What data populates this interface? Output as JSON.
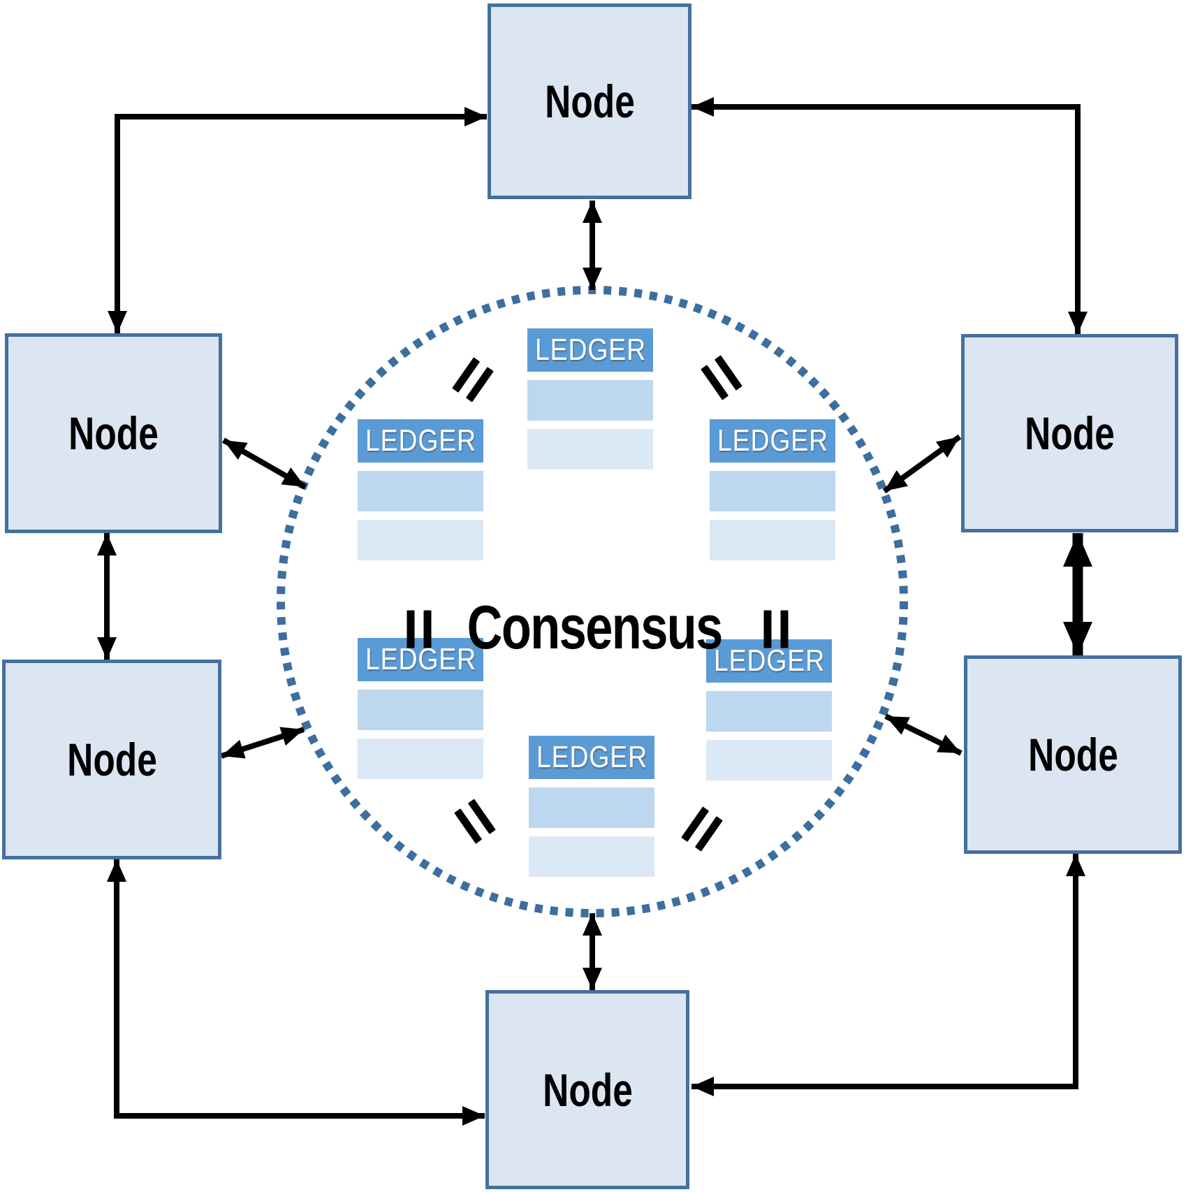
{
  "diagram": {
    "type": "network-consensus-diagram",
    "description_visible_text_only": true
  },
  "nodes": [
    {
      "id": "top",
      "label": "Node"
    },
    {
      "id": "left-upper",
      "label": "Node"
    },
    {
      "id": "left-lower",
      "label": "Node"
    },
    {
      "id": "right-upper",
      "label": "Node"
    },
    {
      "id": "right-lower",
      "label": "Node"
    },
    {
      "id": "bottom",
      "label": "Node"
    }
  ],
  "ledgers": [
    {
      "id": "top-center",
      "label": "LEDGER",
      "rows": 2
    },
    {
      "id": "upper-left",
      "label": "LEDGER",
      "rows": 2
    },
    {
      "id": "upper-right",
      "label": "LEDGER",
      "rows": 2
    },
    {
      "id": "lower-left",
      "label": "LEDGER",
      "rows": 2
    },
    {
      "id": "lower-right",
      "label": "LEDGER",
      "rows": 2
    },
    {
      "id": "bottom-center",
      "label": "LEDGER",
      "rows": 2
    }
  ],
  "center": {
    "label": "Consensus"
  },
  "icons": {
    "equals-icon": "=",
    "arrow-icon": "double-headed-arrow"
  },
  "equals_marks_count": 6,
  "colors": {
    "node_fill": "#dce6f2",
    "node_border": "#44709f",
    "ledger_header": "#5b9bd5",
    "ledger_row1": "#bdd7ee",
    "ledger_row2": "#dbe8f6",
    "circle_dots": "#3c6e9f",
    "arrow": "#000000",
    "label_text": "#000000",
    "ledger_text": "#ffffff"
  }
}
